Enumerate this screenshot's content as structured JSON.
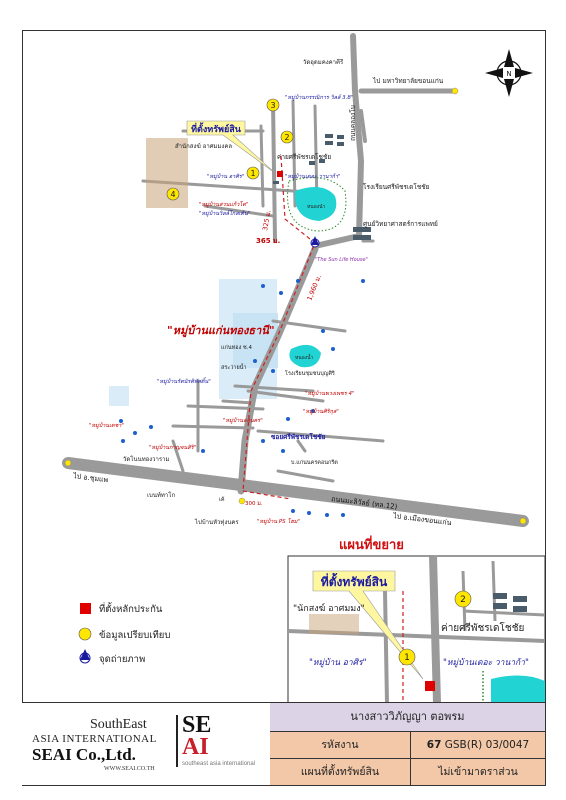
{
  "labels": {
    "village_top": "วัดอุดมคงคาคีรี",
    "uni": "ไป มหาวิทยาลัยขอนแก่น",
    "road_khlong": "ถนนคลองโบ",
    "v_kraiamkit": "\"หมู่บ้านกรรณิการ วิลล์ 3.8\"",
    "property": "ที่ตั้งทรัพย์สิน",
    "sangkhom": "สำนักสงฆ์ อาศมมงคล",
    "camp": "ค่ายศรีพัชรเดโชชัย",
    "v_asit": "\"หมู่บ้าน อาศิร\"",
    "v_lamphun": "\"หมู่บ้านเดอะ วานาก้า\"",
    "school": "โรงเรียนศรีพัชรเดโชชัย",
    "v_suankhaek": "\"หมู่บ้านสวนแก้วโต\"",
    "v_kaeo": "\"หมู่บ้านวิลล์โกลเด้น\"",
    "lake": "หนองนำ",
    "science": "ศูนย์วิทยาศาสตร์การแพทย์",
    "d325": "325 ม.",
    "d365": "365 ม.",
    "d1960": "1,960 ม.",
    "lifehouse": "\"The Sun Life House\"",
    "kaen_village": "\"หมู่บ้านแก่นทองธานี\"",
    "kaen_sub": "แก่นทอง ซ.4",
    "sarawan": "สระว่ายน้ำ",
    "v_rungrot": "\"หมู่บ้านรัตนัรติพัสดิ์น\"",
    "school2": "โรงเรียนชุมชนบุญศิริ",
    "lake2": "หนองน้ำ",
    "v_phuangphet": "\"หมู่บ้านพวงเพชร 4\"",
    "v_sirikun": "\"หมู่บ้านศิริกุล\"",
    "v_lalongkorn": "\"หมู่บ้านลลนคร\"",
    "v_detcha": "\"หมู่บ้านเดชา\"",
    "v_kansiri": "\"หมู่บ้านกาญจนสิริ\"",
    "wat": "วัดโนนทองวาราม",
    "soi": "ซอยศรีพัชรเดโชชัย",
    "mart": "บ.แก่นนครคอนกรีต",
    "road12": "ถนนมะลิวัลย์ (ทล.12)",
    "to_chumphae": "ไป อ.ชุมแพ",
    "to_khonkaen": "ไป อ.เมืองขอนแก่น",
    "bentakor": "เบนท์ทาโก",
    "kho": "เค้",
    "to_huay": "ไปบ้านหัวทุ่งนคร",
    "v_ps": "\"หมู่บ้าน PS โฮม\"",
    "d300": "300 ม.",
    "n": "N",
    "inset_title": "แผนที่ขยาย",
    "inset_property": "ที่ตั้งทรัพย์สิน",
    "inset_sangkhom": "\"นักสงฆ์ อาศมมง\"",
    "inset_camp": "ค่ายศรีพัชรเดโชชัย",
    "inset_asit": "\"หมู่บ้าน อาศิร\"",
    "inset_vanaka": "\"หมู่บ้านเดอะ วานาก้า\""
  },
  "markers": {
    "m1": "1",
    "m2": "2",
    "m3": "3",
    "m4": "4"
  },
  "legend": {
    "collateral": "ที่ตั้งหลักประกัน",
    "comparison": "ข้อมูลเปรียบเทียบ",
    "photo": "จุดถ่ายภาพ"
  },
  "logo": {
    "line1": "SouthEast",
    "line2": "ASIA INTERNATIONAL",
    "line3": "SEAI Co.,Ltd.",
    "web": "WWW.SEAI.CO.TH",
    "se": "SE",
    "ai": "AI",
    "sub": "southeast asia international"
  },
  "info": {
    "owner": "นางสาววิภัญญา ตอพรม",
    "code_label": "รหัสงาน",
    "code_number": "67",
    "code_value": "GSB(R) 03/0047",
    "type_label": "แผนที่ตั้งทรัพย์สิน",
    "scale": "ไม่เข้ามาตราส่วน"
  },
  "colors": {
    "road": "#9a9a9a",
    "red_text": "#c00000",
    "blue_text": "#1a1aa0",
    "lake": "#22d3d3",
    "marker": "#ffe600",
    "callout": "#fff7a0"
  }
}
